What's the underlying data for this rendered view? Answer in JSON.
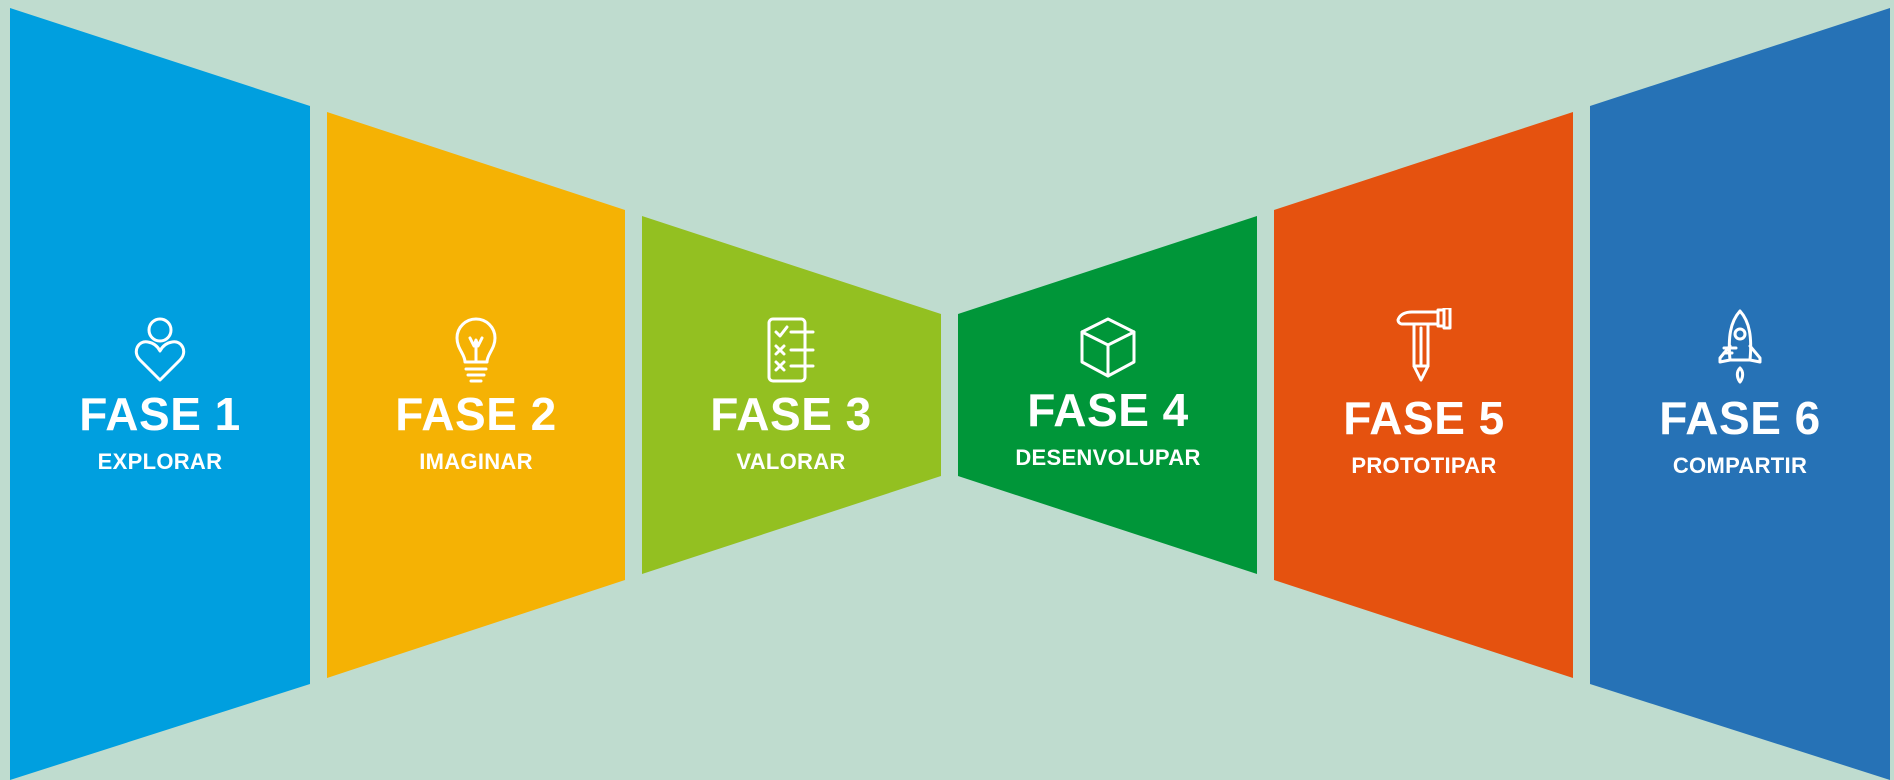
{
  "colors": {
    "background": "#bfdccf",
    "text": "#ffffff"
  },
  "phases": [
    {
      "title": "FASE 1",
      "subtitle": "EXPLORAR",
      "color": "#009fdf",
      "icon": "person-heart-icon"
    },
    {
      "title": "FASE 2",
      "subtitle": "IMAGINAR",
      "color": "#f5b204",
      "icon": "lightbulb-icon"
    },
    {
      "title": "FASE 3",
      "subtitle": "VALORAR",
      "color": "#93c021",
      "icon": "checklist-icon"
    },
    {
      "title": "FASE 4",
      "subtitle": "DESENVOLUPAR",
      "color": "#009639",
      "icon": "cube-icon"
    },
    {
      "title": "FASE 5",
      "subtitle": "PROTOTIPAR",
      "color": "#e5520f",
      "icon": "hammer-pencil-icon"
    },
    {
      "title": "FASE 6",
      "subtitle": "COMPARTIR",
      "color": "#2672b6",
      "icon": "rocket-icon"
    }
  ]
}
